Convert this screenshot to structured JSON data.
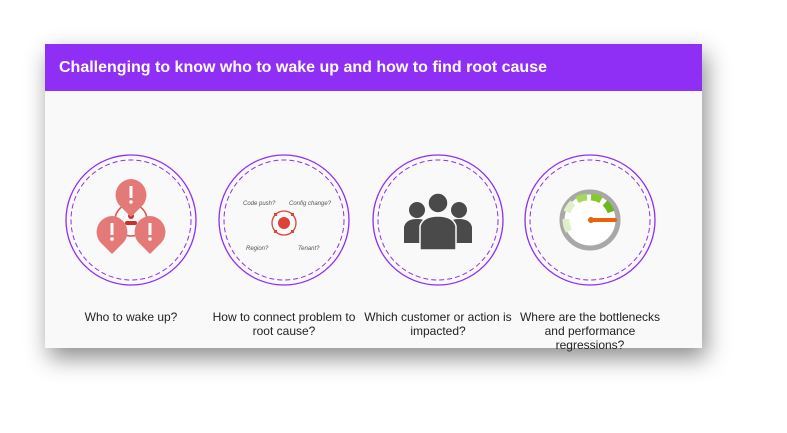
{
  "colors": {
    "accent": "#8f2ff5",
    "alert": "#e47a78",
    "red": "#db4437",
    "dark": "#4a4a4a"
  },
  "header": {
    "title": "Challenging to know who to wake up and how to find root cause"
  },
  "items": [
    {
      "icon": "alert-pins-icon",
      "label": "Who to wake up?"
    },
    {
      "icon": "target-icon",
      "label": "How to connect problem to root cause?",
      "tags": [
        "Code push?",
        "Config change?",
        "Region?",
        "Tenant?"
      ]
    },
    {
      "icon": "people-icon",
      "label": "Which customer or action is impacted?"
    },
    {
      "icon": "speedometer-icon",
      "label": "Where are the bottlenecks and performance regressions?"
    }
  ]
}
